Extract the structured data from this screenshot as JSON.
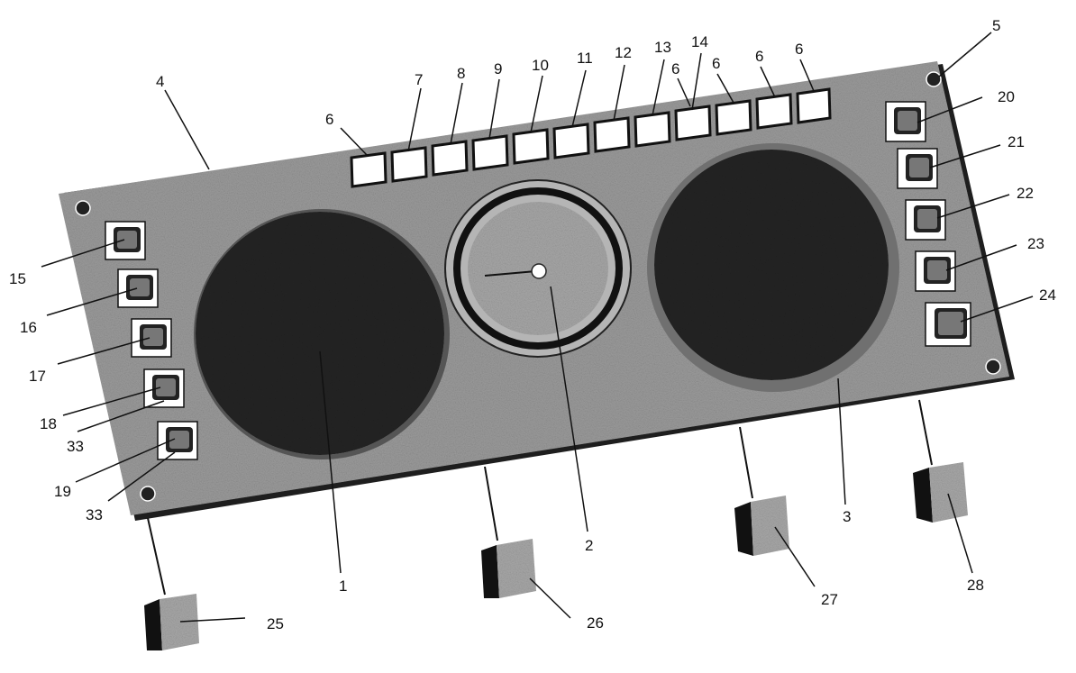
{
  "callouts": {
    "c1": "1",
    "c2": "2",
    "c3": "3",
    "c4": "4",
    "c5": "5",
    "c6a": "6",
    "c6b": "6",
    "c6c": "6",
    "c6d": "6",
    "c6e": "6",
    "c7": "7",
    "c8": "8",
    "c9": "9",
    "c10": "10",
    "c11": "11",
    "c12": "12",
    "c13": "13",
    "c14": "14",
    "c15": "15",
    "c16": "16",
    "c17": "17",
    "c18": "18",
    "c19": "19",
    "c20": "20",
    "c21": "21",
    "c22": "22",
    "c23": "23",
    "c24": "24",
    "c25": "25",
    "c26": "26",
    "c27": "27",
    "c28": "28",
    "c33a": "33",
    "c33b": "33"
  },
  "colors": {
    "panel": "#9c9c9c",
    "panel_edge": "#1e1e1e",
    "gauge_dark": "#252525",
    "lamp": "#ffffff",
    "ink": "#111111"
  }
}
